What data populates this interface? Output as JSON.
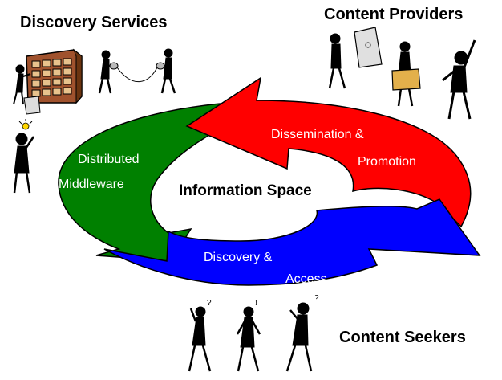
{
  "corners": {
    "discovery_services": "Discovery Services",
    "content_providers": "Content Providers",
    "content_seekers": "Content Seekers"
  },
  "center": {
    "label": "Information Space"
  },
  "arrows": {
    "red": {
      "line1": "Dissemination &",
      "line2": "Promotion",
      "color": "#ff0000"
    },
    "green": {
      "line1": "Distributed",
      "line2": "Middleware",
      "color": "#008000"
    },
    "blue": {
      "line1": "Discovery &",
      "line2": "Access",
      "color": "#0000ff"
    }
  }
}
